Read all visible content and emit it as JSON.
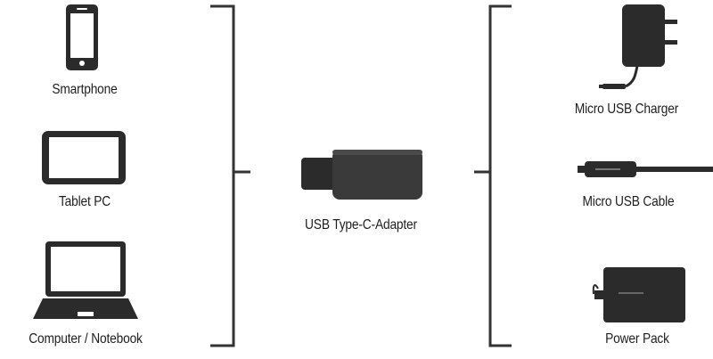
{
  "left_devices": [
    {
      "label": "Smartphone",
      "icon": "smartphone-icon"
    },
    {
      "label": "Tablet PC",
      "icon": "tablet-icon"
    },
    {
      "label": "Computer / Notebook",
      "icon": "laptop-icon"
    }
  ],
  "center": {
    "label": "USB Type-C-Adapter",
    "icon": "usb-c-adapter-icon"
  },
  "right_devices": [
    {
      "label": "Micro USB Charger",
      "icon": "wall-charger-icon"
    },
    {
      "label": "Micro USB Cable",
      "icon": "usb-cable-icon"
    },
    {
      "label": "Power Pack",
      "icon": "power-bank-icon"
    }
  ],
  "colors": {
    "icon_dark": "#2b2b2b",
    "icon_mid": "#3a3a3a",
    "bracket": "#333333",
    "text": "#1e1e1e"
  }
}
